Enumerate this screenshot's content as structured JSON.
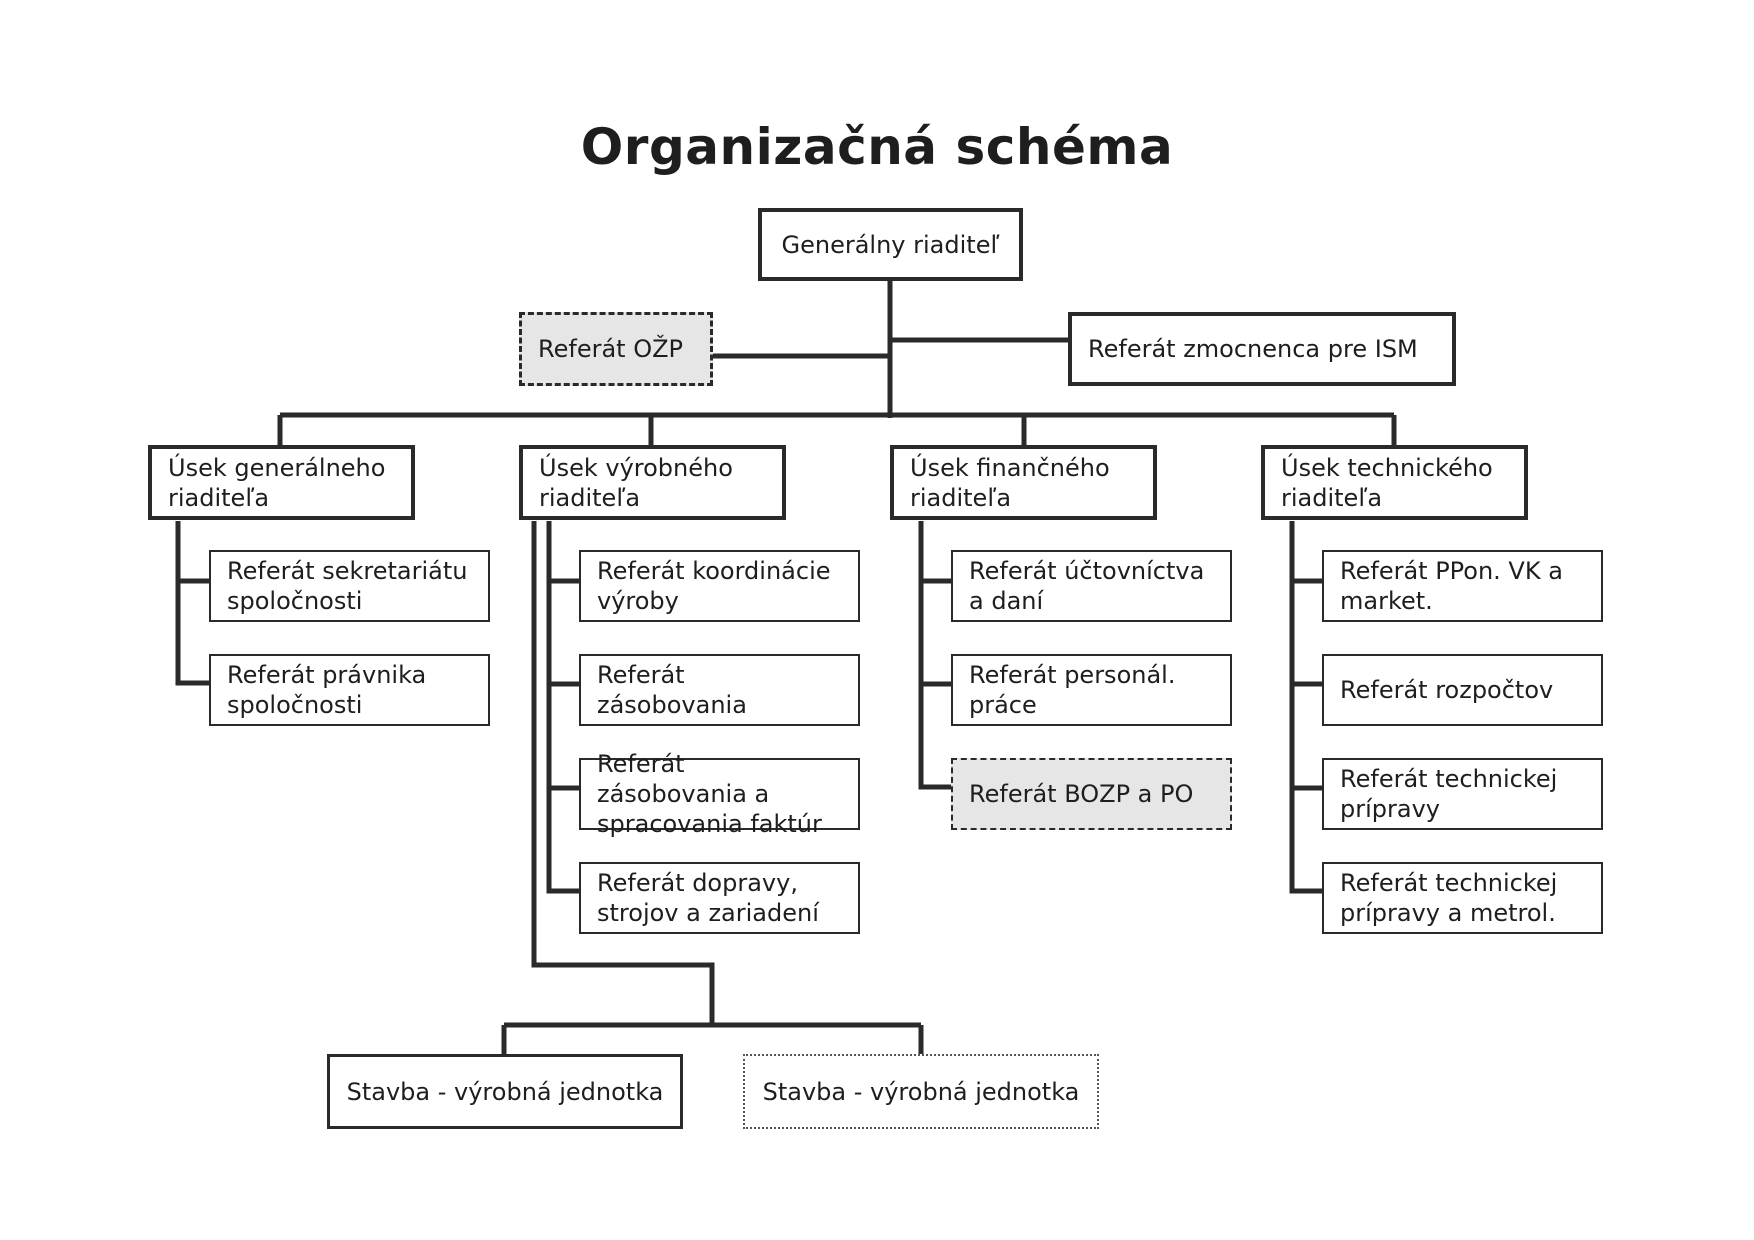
{
  "title": "Organizačná schéma",
  "top": {
    "director": "Generálny riaditeľ",
    "ozp": "Referát OŽP",
    "ism": "Referát zmocnenca pre ISM"
  },
  "divisions": {
    "general": {
      "label": "Úsek generálneho riaditeľa",
      "items": [
        "Referát sekretariátu spoločnosti",
        "Referát právnika spoločnosti"
      ]
    },
    "production": {
      "label": "Úsek výrobného riaditeľa",
      "items": [
        "Referát koordinácie výroby",
        "Referát zásobovania",
        "Referát zásobovania a spracovania faktúr",
        "Referát dopravy, strojov a zariadení"
      ]
    },
    "finance": {
      "label": "Úsek finančného riaditeľa",
      "items": [
        "Referát účtovníctva a daní",
        "Referát personál. práce",
        "Referát BOZP a PO"
      ]
    },
    "technical": {
      "label": "Úsek technického riaditeľa",
      "items": [
        "Referát PPon. VK a market.",
        "Referát rozpočtov",
        "Referát technickej prípravy",
        "Referát technickej prípravy a metrol."
      ]
    }
  },
  "units": [
    "Stavba - výrobná jednotka",
    "Stavba - výrobná jednotka"
  ],
  "colors": {
    "line": "#2a2a2a",
    "text": "#1e1e1e",
    "shaded_box": "#e6e6e6"
  }
}
